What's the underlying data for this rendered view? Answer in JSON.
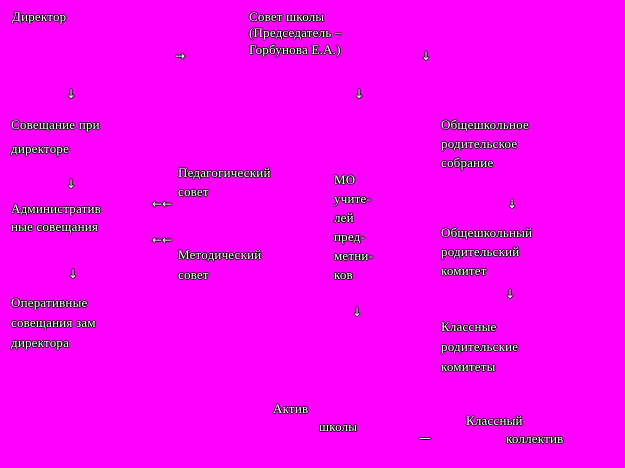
{
  "nodes": {
    "director": [
      "Директор"
    ],
    "school_council": [
      "Совет школы",
      "(Председатель –",
      "Горбунова Е.А.)"
    ],
    "director_meeting": [
      "Совещание при",
      "директоре"
    ],
    "admin_meetings": [
      "Административ",
      "ные совещания"
    ],
    "operative_meetings": [
      "Оперативные",
      "совещания зам",
      "директора"
    ],
    "ped_council": [
      "Педагогический",
      "совет"
    ],
    "method_council": [
      "Методический",
      "совет"
    ],
    "mo": [
      "МО",
      "учите-",
      "лей",
      "пред-",
      "метни-",
      "ков"
    ],
    "general_parent_assembly": [
      "Общешкольное",
      "родительское",
      "собрание"
    ],
    "general_parent_committee": [
      "Общешкольный",
      "родительский",
      "комитет"
    ],
    "class_parent_committees": [
      "Классные",
      "родительские",
      "комитеты"
    ],
    "school_active": [
      "Актив",
      "школы"
    ],
    "class_collective": [
      "Классный",
      "коллектив"
    ]
  },
  "arrows": {
    "down": "↓",
    "left": "←",
    "double_left": "←←",
    "right": "→",
    "dash_right": "—"
  }
}
